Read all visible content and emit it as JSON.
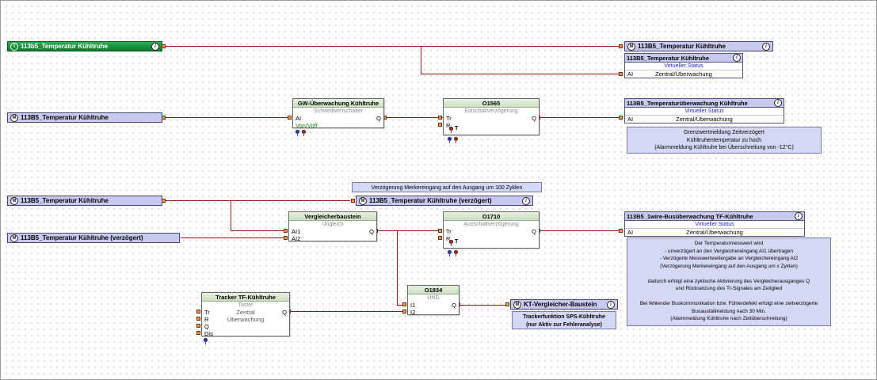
{
  "colors": {
    "wire": "#8c1a1a",
    "flag_bar_bg": "#c9c9ef",
    "green_bar": "#2fae53",
    "block_header": "#cbdfc0",
    "note_bg": "#d6d6f5",
    "status_text_blue": "#2525cc",
    "port_pin": "#e8a23c",
    "grid_dot": "#cfcfcf",
    "signal_green_text": "#1a8a1a"
  },
  "icons": {
    "info_glyph": "i"
  },
  "flags": {
    "input_green": {
      "prefix": "I",
      "label": "113b5_Temperatur Kühltruhe"
    },
    "m_temp_left1": {
      "prefix": "M",
      "label": "113B5_Temperatur Kühltruhe"
    },
    "m_temp_left2": {
      "prefix": "M",
      "label": "113B5_Temperatur Kühltruhe"
    },
    "m_temp_delayed_mid": {
      "prefix": "M",
      "label": "113B5_Temperatur Kühltruhe (verzögert)"
    },
    "m_temp_delayed_left": {
      "prefix": "M",
      "label": "113B5_Temperatur Kühltruhe (verzögert)"
    },
    "m_temp_topright": {
      "prefix": "M",
      "label": "113B5_Temperatur Kühltruhe"
    },
    "m_kt": {
      "prefix": "M",
      "label": "KT-Vergleicher-Baustein"
    }
  },
  "blocks": {
    "gw": {
      "title": "GW-Überwachung Kühltruhe",
      "subtitle": "Schwellwertschalter",
      "in1": "AI",
      "in2": "Von/Voff",
      "out": "Q"
    },
    "o1565": {
      "title": "O1565",
      "subtitle": "Einschaltverzögerung",
      "in1": "Tr",
      "in2": "R",
      "out": "Q",
      "timer": "T"
    },
    "vergleicher": {
      "title": "Vergleicherbaustein",
      "subtitle": "Ungleich",
      "in1": "AI1",
      "in2": "AI2",
      "out": "Q"
    },
    "o1710": {
      "title": "O1710",
      "subtitle": "Ausschaltverzögerung",
      "in1": "Tr",
      "in2": "R",
      "out": "Q",
      "timer": "T"
    },
    "o1834": {
      "title": "O1834",
      "subtitle": "UND",
      "in1": "I1",
      "in2": "I2",
      "out": "Q"
    },
    "tracker": {
      "title": "Tracker TF-Kühltruhe",
      "subtitle": "Taster",
      "in1": "Tr",
      "in2": "R",
      "in3": "Q",
      "in4": "Dis",
      "mid1": "Zentral",
      "mid2": "Überwachung",
      "out": "Q"
    }
  },
  "status_boxes": {
    "temp": {
      "title": "113B5_Temperatur Kühltruhe",
      "status": "Virtueller Status",
      "port": "AI",
      "value": "Zentral/Überwachung"
    },
    "ueberwachung": {
      "title": "113B5_Temperaturüberwachung Kühltruhe",
      "status": "Virtueller Status",
      "port": "AI",
      "value": "Zentral/Überwachung"
    },
    "bus": {
      "title": "113B5_1wire-Busüberwachung TF-Kühltruhe",
      "status": "Virtueller Status",
      "port": "AI",
      "value": "Zentral/Überwachung"
    }
  },
  "notes": {
    "verzoegerung": {
      "text": "Verzögerung Merkereingang auf den Ausgang um 100 Zyklen"
    },
    "grenzwert": {
      "lines": [
        "Grenzwertmeldung Zeitverzögert",
        "Kühltruhentemperatur zu hoch",
        "(Alarmmeldung Kühltruhe bei Überschreitung von -12°C)"
      ]
    },
    "beschreibung": {
      "lines": [
        "Der Temperaturmesswert wird",
        "- unverzögert an den Vergleichereingang AI1 übertragen",
        "- Verzögerte Messwertweitergabe an Vergleichereingang AI2",
        "(Verzögerung Merkereingang  auf den Ausgang um x Zyklen)",
        "",
        "dadurch erfolgt eine zyklische Aktivierung des Vergleicherausganges Q",
        "und Rücksetzung des Tr-Signales am Zeitglied",
        "",
        "Bei fehlender Buskommunikation bzw. Fühlerdefekt erfolgt eine zeitverzögerte",
        "Busausfallmeldung nach 30 Min.",
        "(Alarmmeldung Kühltruhe nach Zeitüberschreitung)"
      ]
    },
    "tracker": {
      "lines": [
        "Trackerfunktion SPS-Kühltruhe",
        "(nur Aktiv zur Fehleranalyse)"
      ]
    }
  }
}
